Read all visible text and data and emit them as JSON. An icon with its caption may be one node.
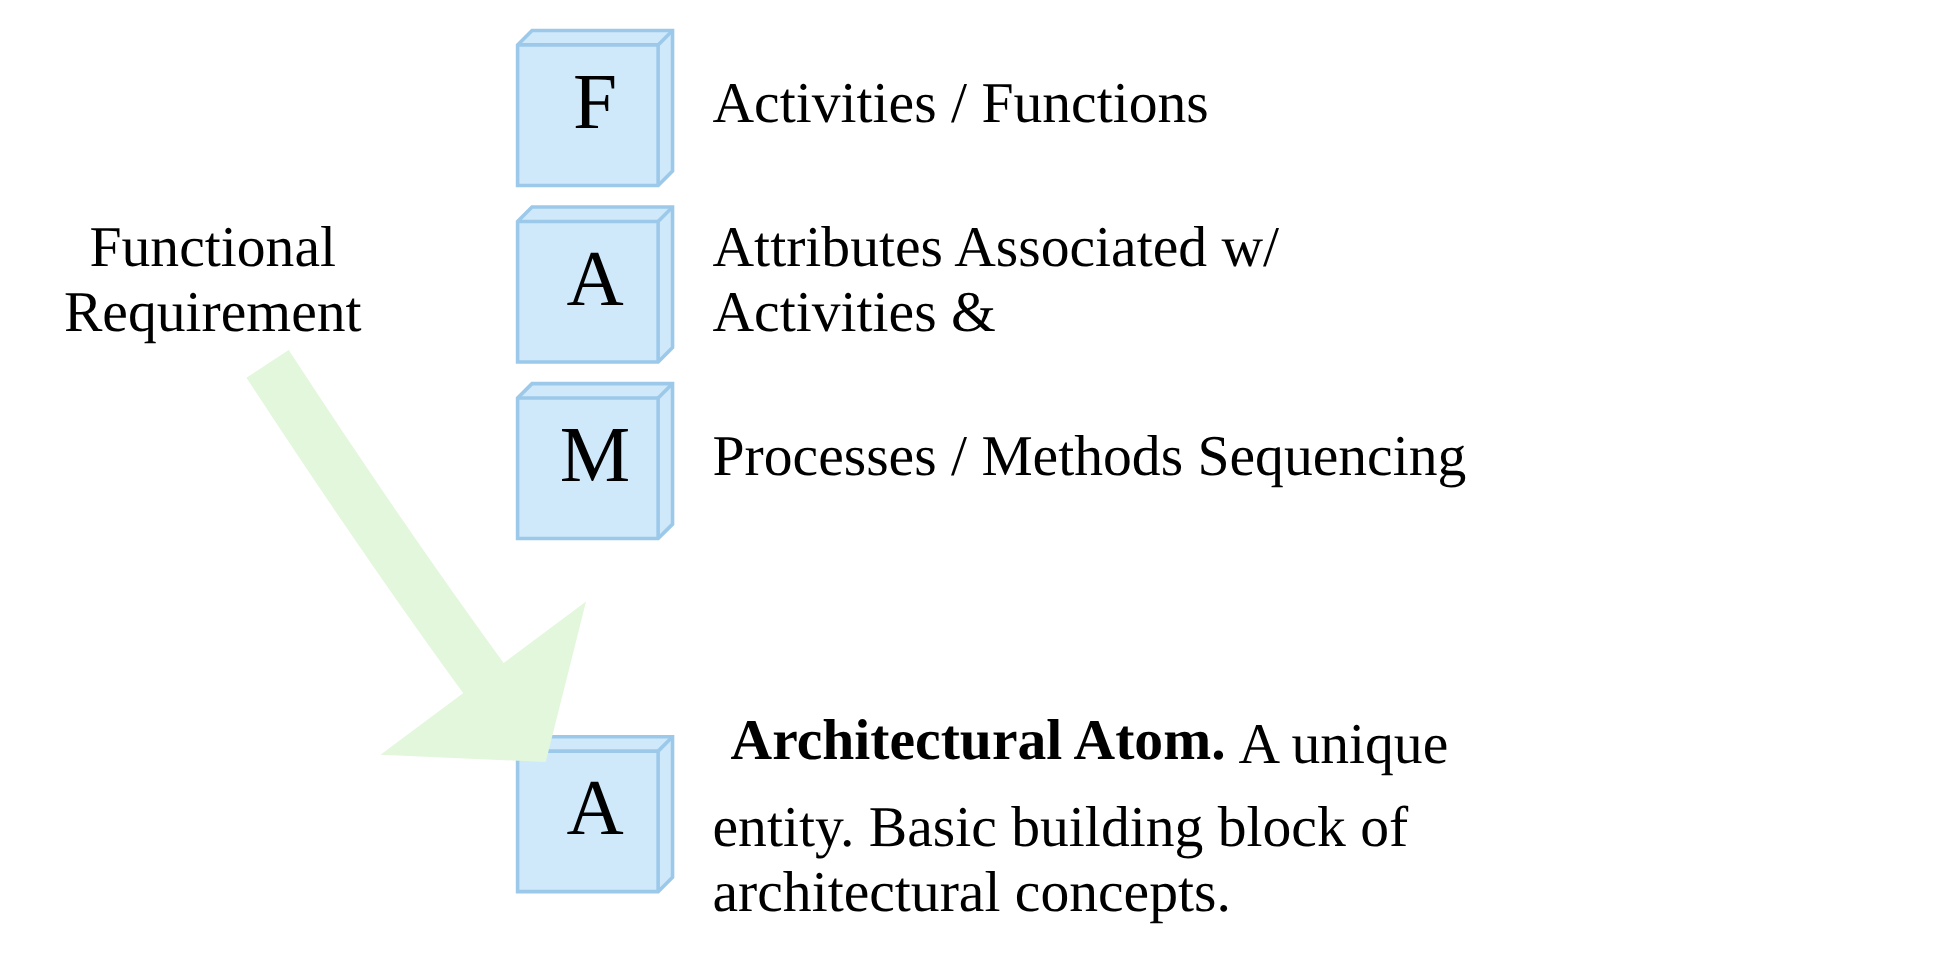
{
  "diagram": {
    "nodes": [
      {
        "text": [
          "Functional Requirement"
        ]
      },
      {
        "text": [
          "F"
        ],
        "beside": [
          "Activities / Functions"
        ]
      },
      {
        "text": [
          "A"
        ],
        "beside": [
          "Attributes Associated w/ Activities &"
        ]
      },
      {
        "text": [
          "M"
        ],
        "beside": [
          "Processes / Methods Sequencing"
        ]
      },
      {
        "text": [
          "A"
        ],
        "beside": [
          "**Architectural Atom.** A unique entity. Basic building block of architectural concepts."
        ]
      }
    ],
    "edges": [
      {
        "from": 0,
        "to": 4,
        "arrow": "to",
        "color": "#e3f7dc"
      }
    ]
  }
}
